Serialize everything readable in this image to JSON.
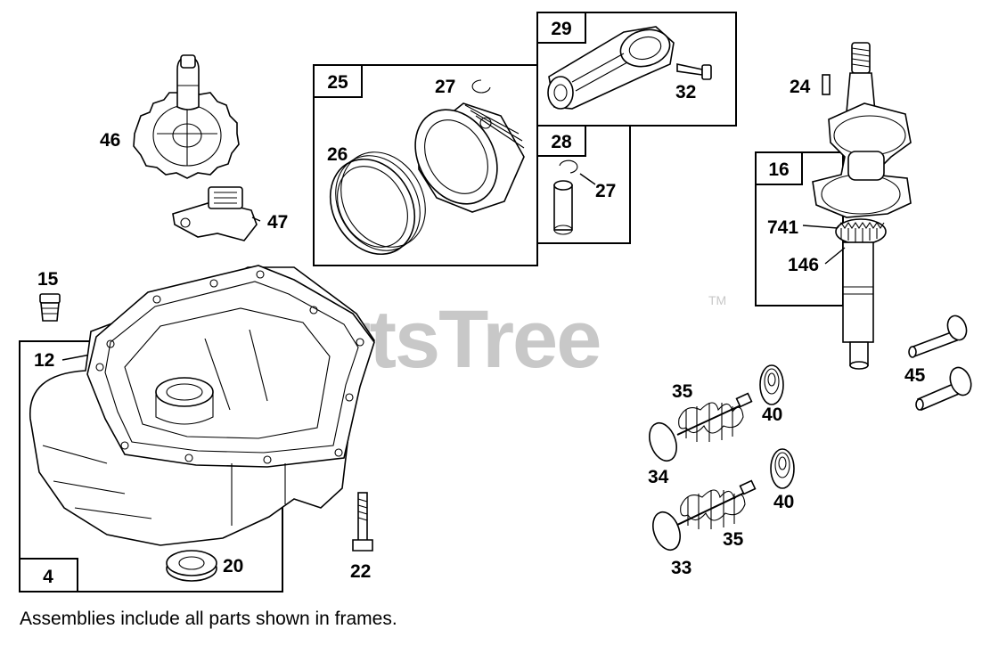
{
  "watermark": {
    "brand": "PartsTree",
    "trademark": "TM"
  },
  "frames": [
    {
      "id": "4",
      "label": "4"
    },
    {
      "id": "16",
      "label": "16"
    },
    {
      "id": "25",
      "label": "25"
    },
    {
      "id": "28",
      "label": "28"
    },
    {
      "id": "29",
      "label": "29"
    }
  ],
  "callouts": {
    "c46": "46",
    "c47": "47",
    "c15": "15",
    "c12": "12",
    "c20": "20",
    "c22": "22",
    "c27a": "27",
    "c26": "26",
    "c27b": "27",
    "c32": "32",
    "c24": "24",
    "c741": "741",
    "c146": "146",
    "c45": "45",
    "c35a": "35",
    "c40a": "40",
    "c34": "34",
    "c40b": "40",
    "c35b": "35",
    "c33": "33"
  },
  "caption": "Assemblies include all parts shown in frames."
}
